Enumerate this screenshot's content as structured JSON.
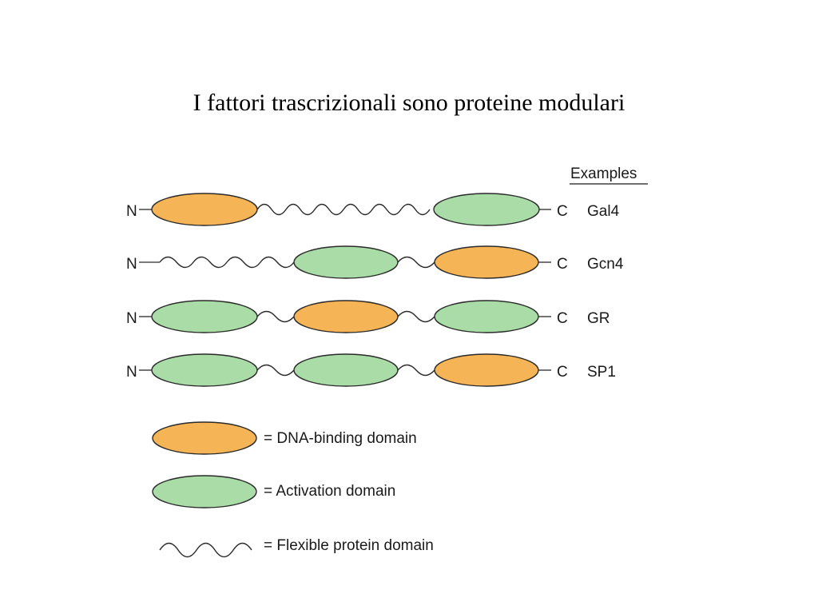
{
  "title": "I fattori trascrizionali sono proteine modulari",
  "colors": {
    "dna_binding": "#f5b455",
    "activation": "#a9dca7",
    "outline": "#2a2a2a"
  },
  "examples_header": "Examples",
  "terminal_labels": {
    "n": "N",
    "c": "C"
  },
  "proteins": [
    {
      "name": "Gal4",
      "segments": [
        "dna-binding",
        "flexible",
        "activation"
      ]
    },
    {
      "name": "Gcn4",
      "segments": [
        "flexible",
        "activation",
        "flexible",
        "dna-binding"
      ]
    },
    {
      "name": "GR",
      "segments": [
        "activation",
        "flexible",
        "dna-binding",
        "flexible",
        "activation"
      ]
    },
    {
      "name": "SP1",
      "segments": [
        "activation",
        "flexible",
        "activation",
        "flexible",
        "dna-binding"
      ]
    }
  ],
  "legend": {
    "dna_binding": "= DNA-binding domain",
    "activation": "= Activation domain",
    "flexible": "= Flexible protein domain"
  }
}
